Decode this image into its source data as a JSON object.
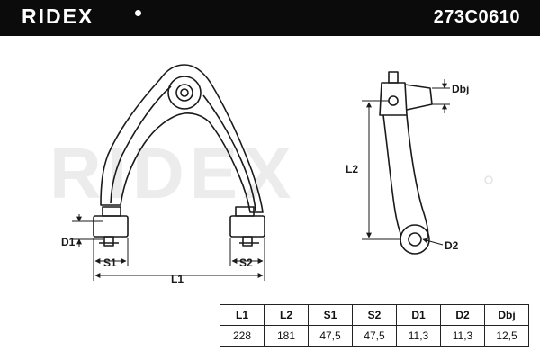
{
  "header": {
    "brand": "RIDEX",
    "part_number": "273C0610"
  },
  "watermark": {
    "text": "RIDEX"
  },
  "dimension_labels": {
    "d1": "D1",
    "s1": "S1",
    "s2": "S2",
    "l1": "L1",
    "l2": "L2",
    "d2": "D2",
    "dbj": "Dbj"
  },
  "spec_table": {
    "headers": [
      "L1",
      "L2",
      "S1",
      "S2",
      "D1",
      "D2",
      "Dbj"
    ],
    "values": [
      "228",
      "181",
      "47,5",
      "47,5",
      "11,3",
      "11,3",
      "12,5"
    ]
  },
  "colors": {
    "header_bg": "#0b0b0b",
    "header_text": "#ffffff",
    "line": "#1a1a1a",
    "watermark": "#ececec"
  }
}
